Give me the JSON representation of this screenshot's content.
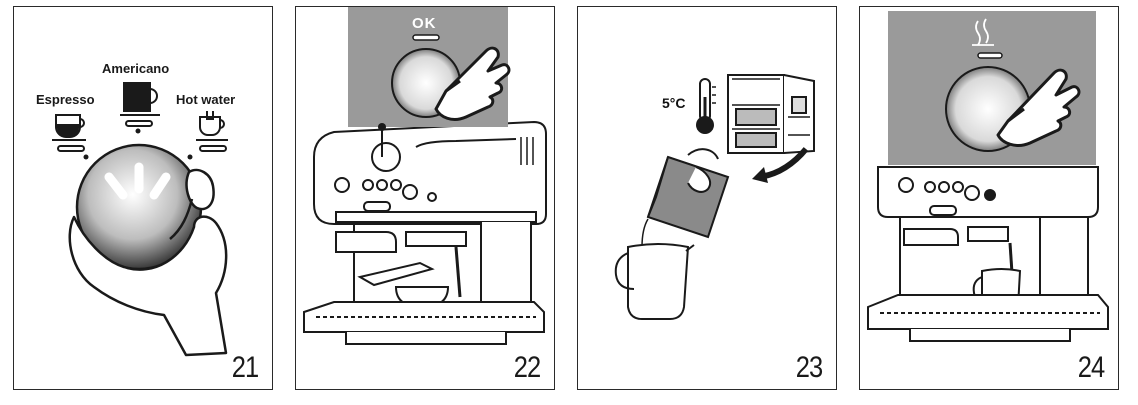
{
  "steps": [
    {
      "number": "21",
      "labels": {
        "left": "Espresso",
        "center": "Americano",
        "right": "Hot water"
      }
    },
    {
      "number": "22",
      "button_label": "OK"
    },
    {
      "number": "23",
      "temperature": "5°C"
    },
    {
      "number": "24"
    }
  ],
  "icons": {
    "step21": [
      "espresso-cup-icon",
      "americano-cup-icon",
      "hot-water-cup-icon",
      "selector-knob",
      "hand-icon"
    ],
    "step22": [
      "ok-button",
      "pointing-hand-icon",
      "espresso-machine"
    ],
    "step23": [
      "thermometer-icon",
      "refrigerator",
      "milk-carton",
      "milk-jug"
    ],
    "step24": [
      "steam-icon",
      "steam-button",
      "pointing-hand-icon",
      "espresso-machine",
      "milk-jug"
    ]
  },
  "colors": {
    "zoom_panel": "#9a9a9a",
    "line": "#1a1a1a",
    "highlight": "#f2f2f2"
  }
}
